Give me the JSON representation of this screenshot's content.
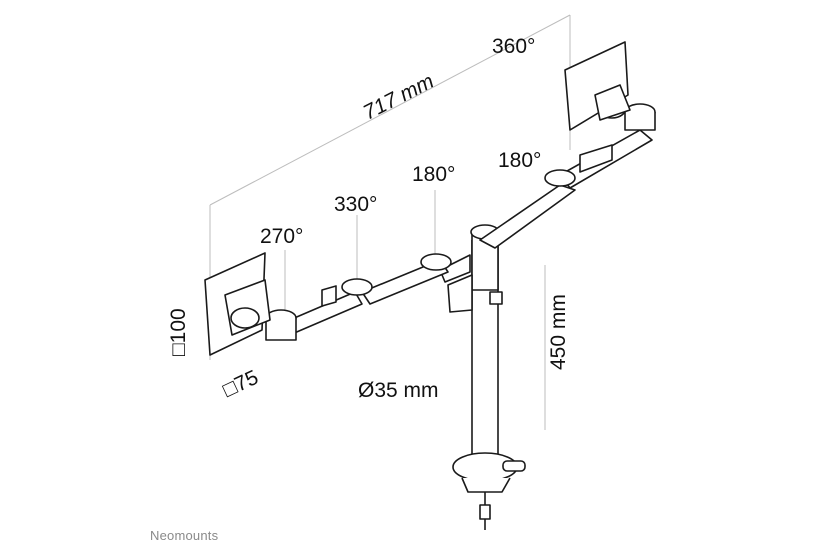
{
  "dimensions": {
    "width_total": "717 mm",
    "height": "450 mm",
    "pole_diameter": "Ø35 mm",
    "vesa_large": "□100",
    "vesa_small": "□75"
  },
  "rotations": {
    "top_right": "360°",
    "right_joint": "180°",
    "center_joint": "180°",
    "left_mid": "330°",
    "left_end": "270°"
  },
  "brand": "Neomounts",
  "colors": {
    "line": "#1a1a1a",
    "dim_line": "#bdbdbd",
    "text": "#111111",
    "brand": "#8a8a8a"
  }
}
